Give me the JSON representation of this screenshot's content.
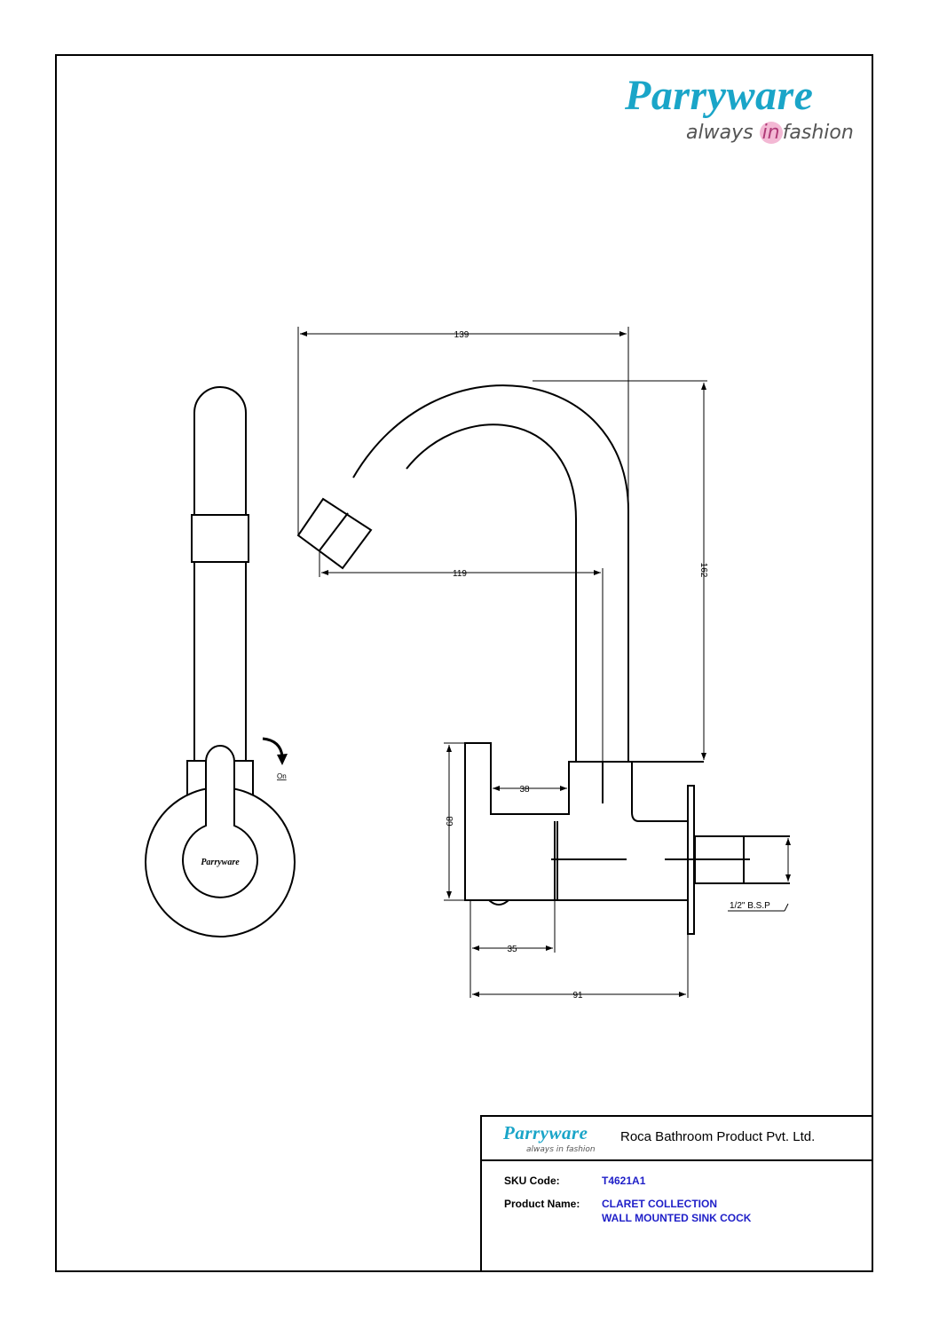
{
  "header": {
    "brand": "Parryware",
    "tagline_before": "always",
    "tagline_highlight": "in",
    "tagline_after": "fashion"
  },
  "drawing": {
    "dims": {
      "width_top": "139",
      "spout_reach": "119",
      "height": "162",
      "body_height": "68",
      "lever_width": "38",
      "base_left": "35",
      "total_depth": "91",
      "thread": "1/2\" B.S.P"
    },
    "front_view": {
      "on_label": "On",
      "handle_logo": "Parryware"
    }
  },
  "title_block": {
    "brand": "Parryware",
    "tagline": "always in fashion",
    "company": "Roca Bathroom Product Pvt. Ltd.",
    "sku_label": "SKU Code:",
    "sku_value": "T4621A1",
    "product_label": "Product Name:",
    "product_line1": "CLARET COLLECTION",
    "product_line2": "WALL MOUNTED SINK COCK"
  },
  "colors": {
    "brand_blue": "#1aa5c8",
    "value_blue": "#1f1fc8",
    "tag_pink": "#b03a77"
  }
}
